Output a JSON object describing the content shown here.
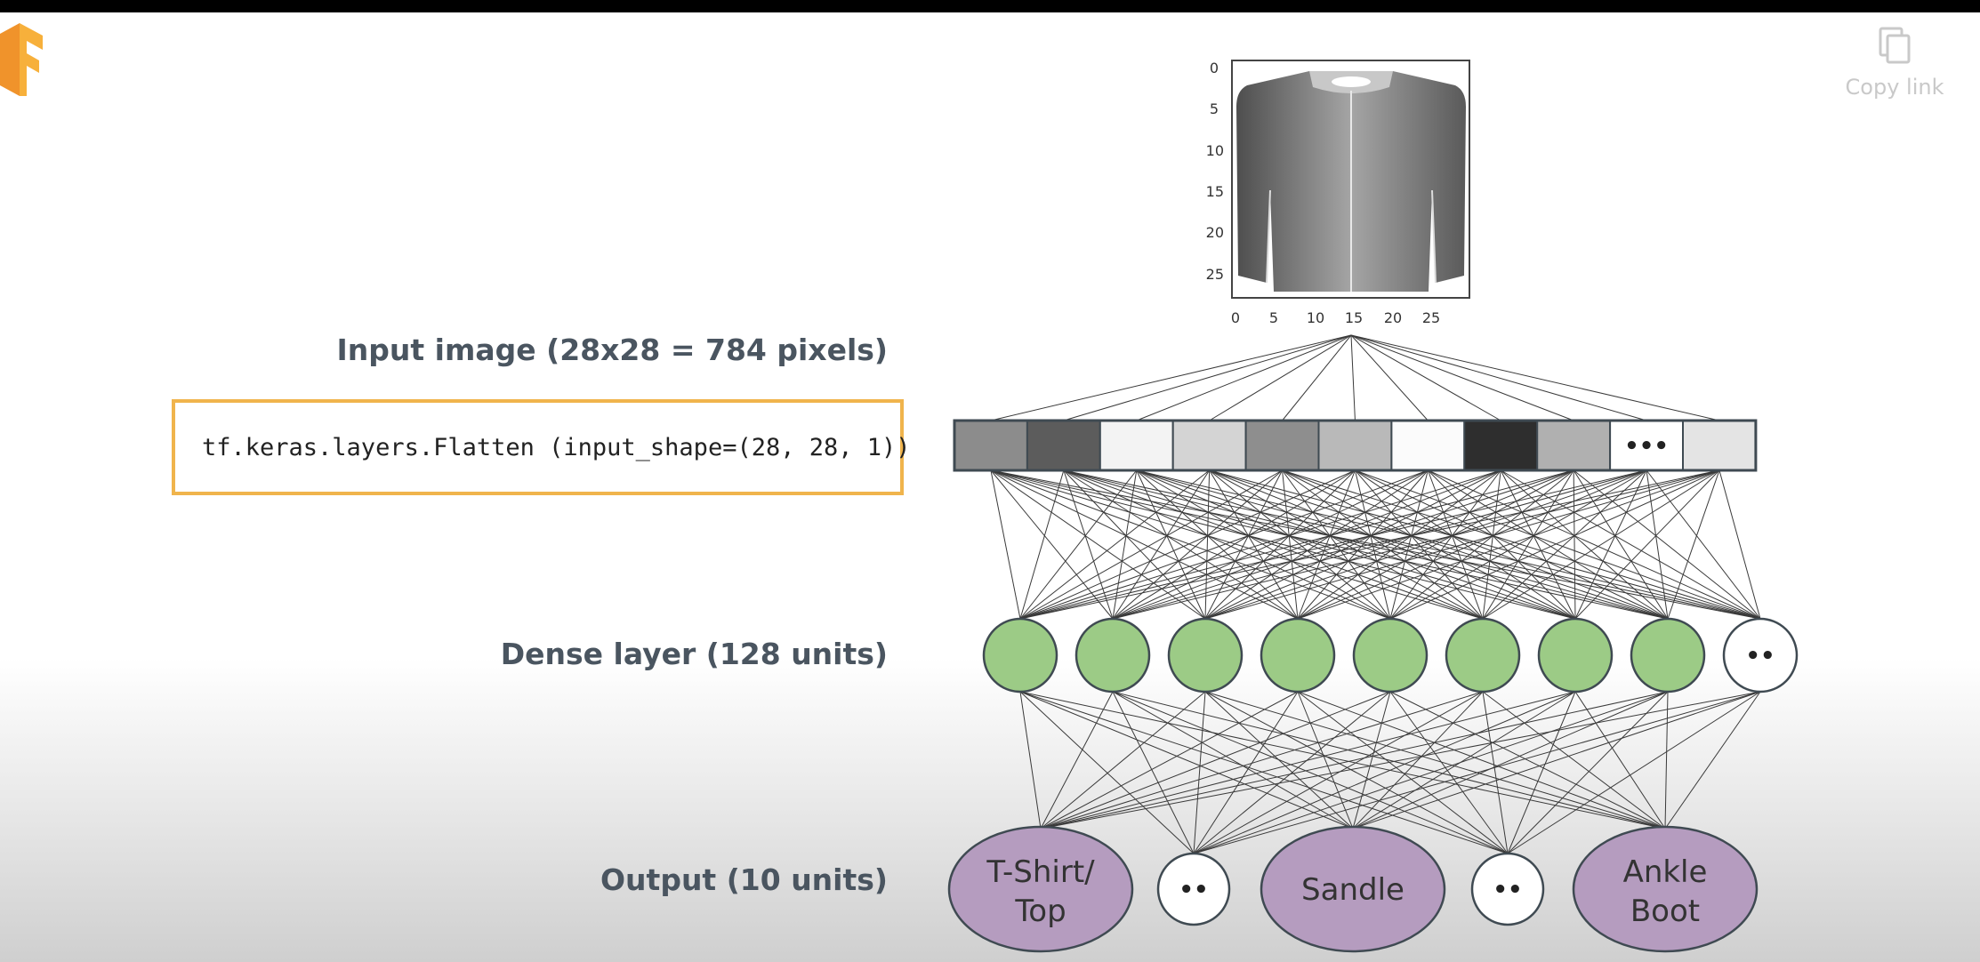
{
  "copy_link": {
    "label": "Copy link"
  },
  "labels": {
    "input": "Input image (28x28 = 784 pixels)",
    "dense": "Dense layer (128 units)",
    "output": "Output (10 units)"
  },
  "code": "tf.keras.layers.Flatten (input_shape=(28, 28, 1))",
  "image_axes": {
    "y_ticks": [
      "0",
      "5",
      "10",
      "15",
      "20",
      "25"
    ],
    "x_ticks": [
      "0",
      "5",
      "10",
      "15",
      "20",
      "25"
    ]
  },
  "input_strip": {
    "cells": [
      "#8c8c8c",
      "#5c5c5c",
      "#f3f3f3",
      "#d4d4d4",
      "#8e8e8e",
      "#b9b9b9",
      "#fbfbfb",
      "#2e2e2e",
      "#b0b0b0",
      "dots",
      "#e4e4e4"
    ],
    "ellipsis": "•••"
  },
  "dense_nodes": {
    "green_count": 8,
    "ellipsis": "••",
    "fill": "#9ccb86"
  },
  "output_nodes": [
    {
      "line1": "T-Shirt/",
      "line2": "Top",
      "kind": "large"
    },
    {
      "text": "••",
      "kind": "small"
    },
    {
      "line1": "Sandle",
      "line2": "",
      "kind": "large"
    },
    {
      "text": "••",
      "kind": "small"
    },
    {
      "line1": "Ankle",
      "line2": "Boot",
      "kind": "large"
    }
  ],
  "colors": {
    "accent": "#f0b44c",
    "output_fill": "#b59cbf",
    "label": "#4a5560"
  }
}
